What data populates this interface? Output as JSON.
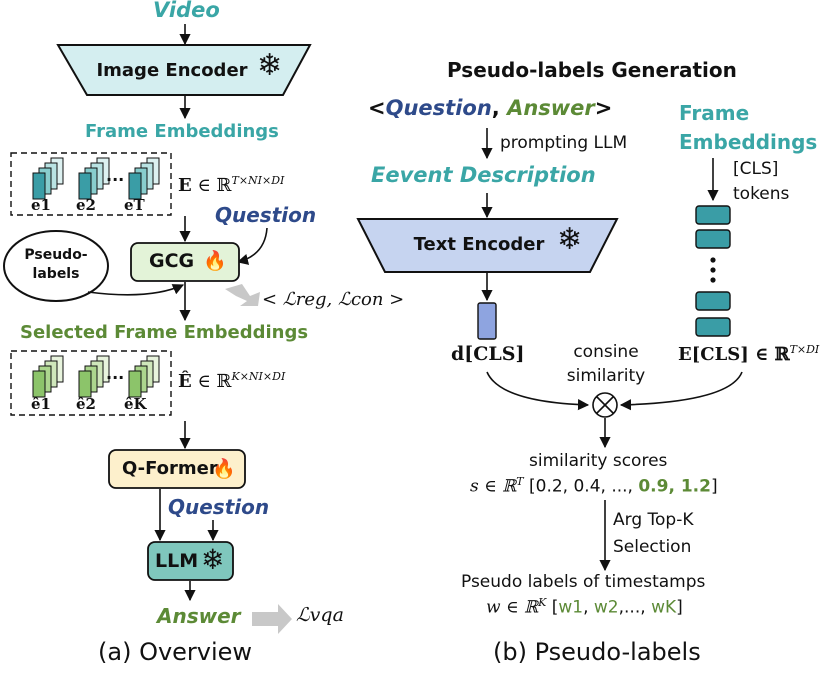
{
  "overview": {
    "video": "Video",
    "image_encoder": "Image Encoder",
    "frame_embeddings": "Frame Embeddings",
    "e1": "e1",
    "e2": "e2",
    "eT": "eT",
    "E_symbol": "E",
    "in": "∈",
    "E_space": "ℝ",
    "E_sup": "T×NI×DI",
    "question1": "Question",
    "pseudo_labels_line1": "Pseudo-",
    "pseudo_labels_line2": "labels",
    "gcg": "GCG",
    "loss_reg_con": "< ℒreg, ℒcon >",
    "selected_frame_embeddings": "Selected Frame Embeddings",
    "ehat1": "ê1",
    "ehat2": "ê2",
    "ehatK": "êK",
    "Ehat_symbol": "Ê",
    "Ehat_sup": "K×NI×DI",
    "qformer": "Q-Former",
    "question2": "Question",
    "llm": "LLM",
    "answer": "Answer",
    "loss_vqa": "ℒvqa",
    "caption": "(a) Overview"
  },
  "pseudo": {
    "title": "Pseudo-labels Generation",
    "qa_open": "<",
    "qa_question": "Question",
    "qa_comma": ",",
    "qa_answer": "Answer",
    "qa_close": ">",
    "prompting": "prompting LLM",
    "event_description": "Eevent Description",
    "frame_line1": "Frame",
    "frame_line2": "Embeddings",
    "cls_line1": "[CLS]",
    "cls_line2": "tokens",
    "text_encoder": "Text Encoder",
    "d_cls": "d[CLS]",
    "consine_line1": "consine",
    "consine_line2": "similarity",
    "E_cls": "E[CLS] ∈ ℝ",
    "E_cls_sup": "T×DI",
    "similarity_scores": "similarity scores",
    "s_expr": "s ∈ ℝ",
    "s_sup": "T",
    "scores_open": "[0.2, 0.4, ..., ",
    "scores_highlight": "0.9, 1.2",
    "scores_close": "]",
    "argtop_line1": "Arg Top-K",
    "argtop_line2": "Selection",
    "pseudo_timestamps": "Pseudo labels of timestamps",
    "w_expr": "w ∈ ℝ",
    "w_sup": "K",
    "w_open": "[",
    "w1": "w1",
    "w2": "w2",
    "w_dots": ",..., ",
    "wK": "wK",
    "w_close": "]",
    "caption": "(b) Pseudo-labels"
  },
  "colors": {
    "teal": "#3aa6a6",
    "blue": "#2e4a8a",
    "green": "#5c8a36",
    "encoder_fill": "#d4eef0",
    "gcg_fill": "#e3f3d8",
    "qformer_fill": "#fdf0cc",
    "llm_fill": "#7fc7bd",
    "token_fill": "#3a9da6",
    "d_fill": "#8ea4e0"
  }
}
